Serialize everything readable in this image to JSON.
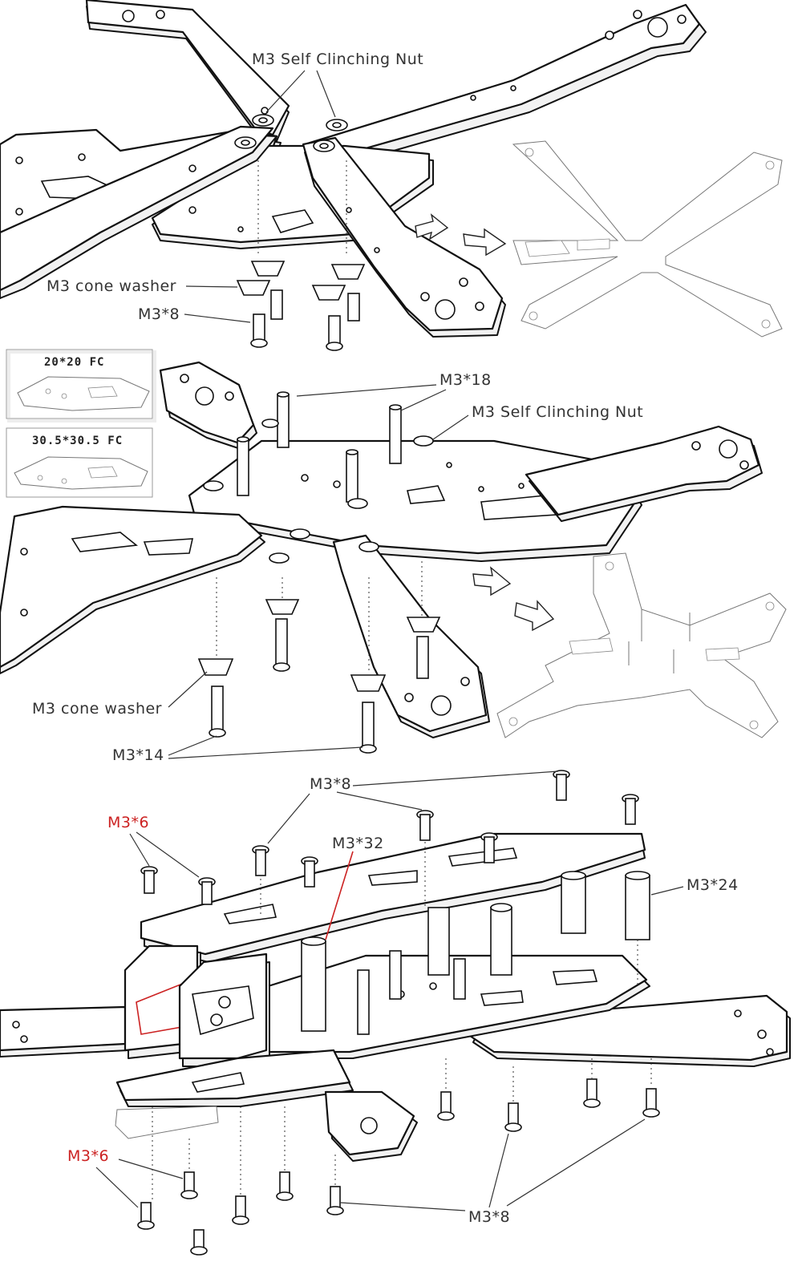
{
  "labels": {
    "s1_nut": "M3 Self Clinching Nut",
    "s1_washer": "M3 cone washer",
    "s1_screw": "M3*8",
    "s2_standoff": "M3*18",
    "s2_nut": "M3 Self Clinching Nut",
    "s2_washer": "M3 cone washer",
    "s2_screw": "M3*14",
    "s3_top_screw": "M3*8",
    "s3_red_top": "M3*6",
    "s3_long_standoff": "M3*32",
    "s3_standoff": "M3*24",
    "s3_red_bottom": "M3*6",
    "s3_bottom_screw": "M3*8"
  },
  "insets": [
    {
      "title": "20*20 FC"
    },
    {
      "title": "30.5*30.5 FC"
    }
  ],
  "colors": {
    "label_text": "#333333",
    "highlight_red": "#cc2222",
    "line_art": "#111111"
  }
}
